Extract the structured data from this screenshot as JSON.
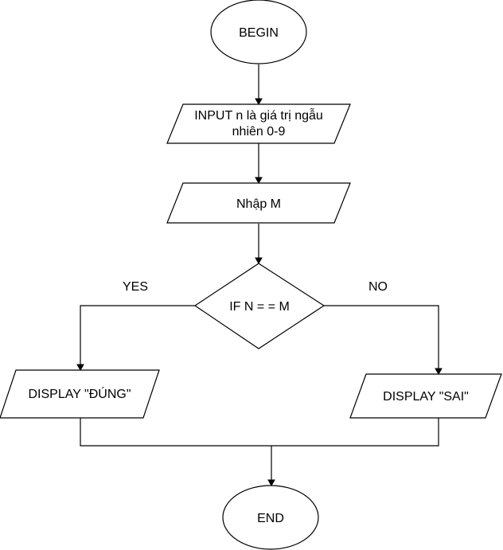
{
  "flowchart": {
    "nodes": {
      "begin": {
        "label": "BEGIN"
      },
      "input": {
        "line1": "INPUT n là giá trị ngẫu",
        "line2": "nhiên 0-9"
      },
      "nhap": {
        "label": "Nhập M"
      },
      "decision": {
        "label": "IF N = = M"
      },
      "display_dung": {
        "label": "DISPLAY \"ĐÚNG\""
      },
      "display_sai": {
        "label": "DISPLAY \"SAI\""
      },
      "end": {
        "label": "END"
      }
    },
    "branches": {
      "yes": "YES",
      "no": "NO"
    }
  },
  "colors": {
    "stroke": "#000000",
    "fill": "#ffffff",
    "text": "#000000"
  }
}
